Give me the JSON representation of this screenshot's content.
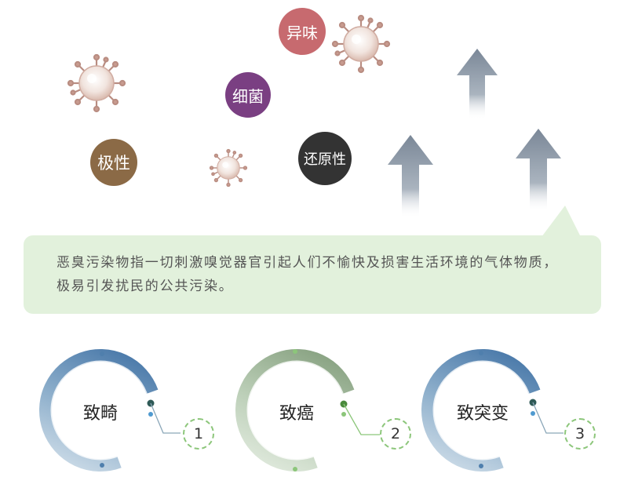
{
  "bubbles": {
    "odor": "异味",
    "bacteria": "细菌",
    "polarity": "极性",
    "reducing": "还原性"
  },
  "description": "恶臭污染物指一切刺激嗅觉器官引起人们不愉快及损害生活环境的气体物质，极易引发扰民的公共污染。",
  "effects": [
    {
      "label": "致畸",
      "number": "1"
    },
    {
      "label": "致癌",
      "number": "2"
    },
    {
      "label": "致突变",
      "number": "3"
    }
  ],
  "colors": {
    "odor": "#c76a6f",
    "bacteria": "#7a3f82",
    "polarity": "#8b6a46",
    "reducing": "#333333",
    "callout": "#e2f1dc",
    "ring_blue": "#4f7fad",
    "ring_green": "#8fa88a",
    "dot_green": "#4a8a3c"
  }
}
